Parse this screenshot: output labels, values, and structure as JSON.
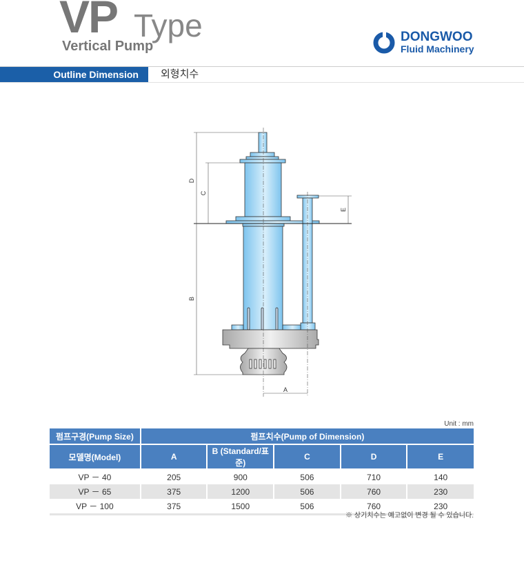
{
  "header": {
    "title_main": "VP",
    "title_type": "Type",
    "subtitle": "Vertical Pump"
  },
  "logo": {
    "line1": "DONGWOO",
    "line2": "Fluid Machinery",
    "brand_color": "#1a5aa8"
  },
  "section": {
    "tab_label": "Outline Dimension",
    "korean_label": "외형치수"
  },
  "drawing": {
    "dimension_labels": [
      "D",
      "C",
      "E",
      "B",
      "A"
    ]
  },
  "table": {
    "unit": "Unit : mm",
    "header_row1": [
      "펌프구경(Pump Size)",
      "펌프치수(Pump of Dimension)"
    ],
    "header_row2": [
      "모델명(Model)",
      "A",
      "B (Standard/표준)",
      "C",
      "D",
      "E"
    ],
    "rows": [
      [
        "VP － 40",
        "205",
        "900",
        "506",
        "710",
        "140"
      ],
      [
        "VP － 65",
        "375",
        "1200",
        "506",
        "760",
        "230"
      ],
      [
        "VP － 100",
        "375",
        "1500",
        "506",
        "760",
        "230"
      ]
    ],
    "note": "※ 상기치수는 예고없이 변경 될 수 있습니다."
  }
}
